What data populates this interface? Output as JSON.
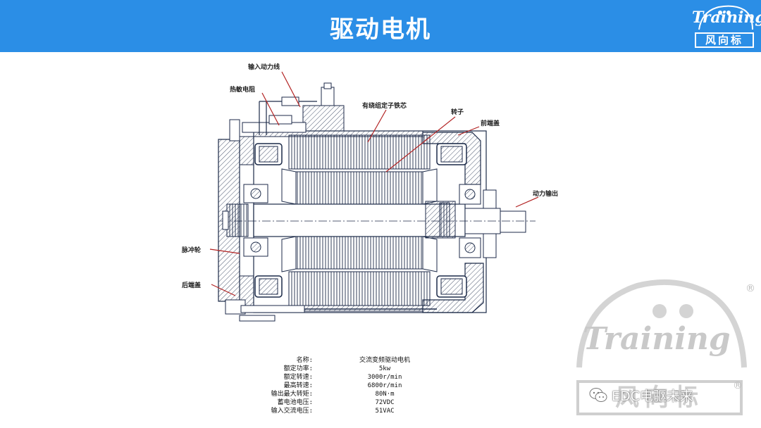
{
  "header": {
    "title": "驱动电机",
    "logo_script": "Training",
    "logo_brand": "风向标"
  },
  "diagram": {
    "labels": {
      "input_power_line": "输入动力线",
      "thermistor": "热敏电阻",
      "stator_core": "有绕组定子铁芯",
      "rotor": "转子",
      "front_cover": "前端盖",
      "power_output": "动力输出",
      "pulse_wheel": "脉冲轮",
      "rear_cover": "后端盖"
    }
  },
  "specs": [
    {
      "key": "名称:",
      "value": "交流变频驱动电机"
    },
    {
      "key": "额定功率:",
      "value": "5kw"
    },
    {
      "key": "额定转速:",
      "value": "3000r/min"
    },
    {
      "key": "最高转速:",
      "value": "6800r/min"
    },
    {
      "key": "输出最大转矩:",
      "value": "80N·m"
    },
    {
      "key": "蓄电池电压:",
      "value": "72VDC"
    },
    {
      "key": "输入交流电压:",
      "value": "51VAC"
    }
  ],
  "watermark": {
    "script": "Training",
    "brand": "风向标",
    "registered": "®",
    "wechat_text": "EDC电驱未来"
  },
  "colors": {
    "header_bg": "#2b8ee6",
    "leader_line": "#b22222",
    "drawing": "#1c2a48"
  }
}
